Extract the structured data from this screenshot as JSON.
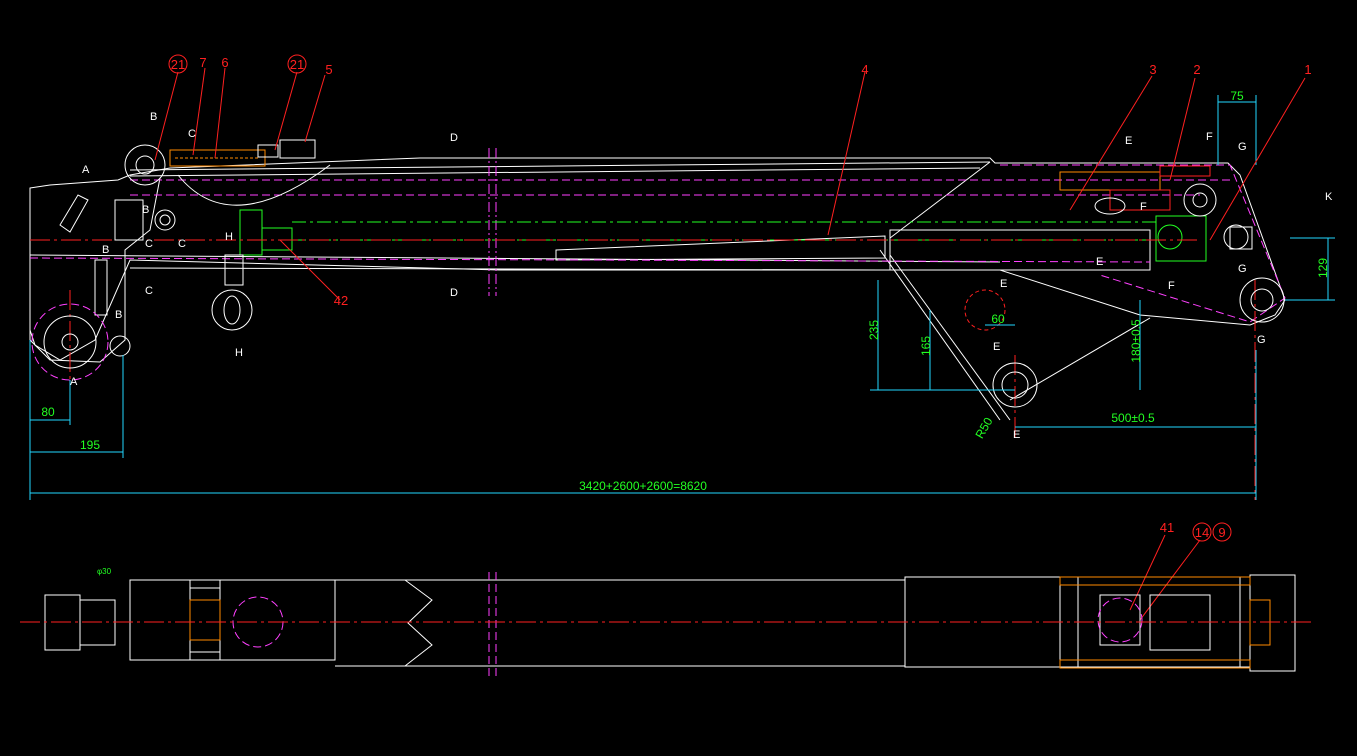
{
  "colors": {
    "background": "#000000",
    "outline": "#ffffff",
    "centerline": "#ff2020",
    "leader": "#ff2020",
    "dimension": "#22d7ff",
    "dimension_text": "#22ff22",
    "hidden": "#ff40ff",
    "cylinder": "#22ff22",
    "part": "#ff8a00"
  },
  "part_labels": [
    "21",
    "7",
    "6",
    "21",
    "5",
    "4",
    "3",
    "2",
    "1",
    "42",
    "41",
    "14",
    "9"
  ],
  "section_labels": [
    "A",
    "A",
    "B",
    "B",
    "B",
    "B",
    "C",
    "C",
    "C",
    "C",
    "D",
    "D",
    "E",
    "E",
    "E",
    "E",
    "E",
    "F",
    "F",
    "F",
    "G",
    "G",
    "G",
    "H",
    "H",
    "K"
  ],
  "dimensions": {
    "d75": "75",
    "d129": "129",
    "d235": "235",
    "d165": "165",
    "d60": "60",
    "d180": "180±0.5",
    "r50": "R50",
    "d500": "500±0.5",
    "d80": "80",
    "d195": "195",
    "total": "3420+2600+2600=8620",
    "pin": "φ30"
  }
}
